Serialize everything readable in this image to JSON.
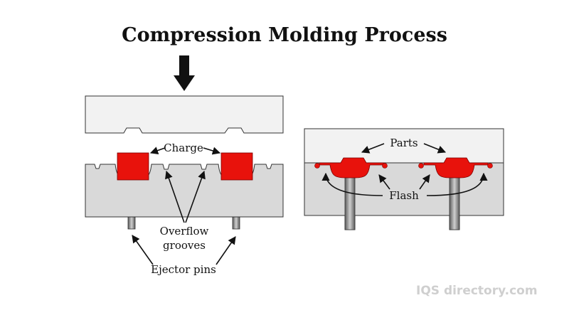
{
  "title": "Compression Molding Process",
  "labels": {
    "charge": "Charge",
    "overflow_line1": "Overflow",
    "overflow_line2": "grooves",
    "ejector_pins": "Ejector pins",
    "parts": "Parts",
    "flash": "Flash"
  },
  "watermark": "IQS directory.com",
  "colors": {
    "mold_top": "#f2f2f2",
    "mold_bottom": "#d9d9d9",
    "charge": "#e8120c",
    "pin": "#8a8a8a",
    "outline": "#333333"
  }
}
